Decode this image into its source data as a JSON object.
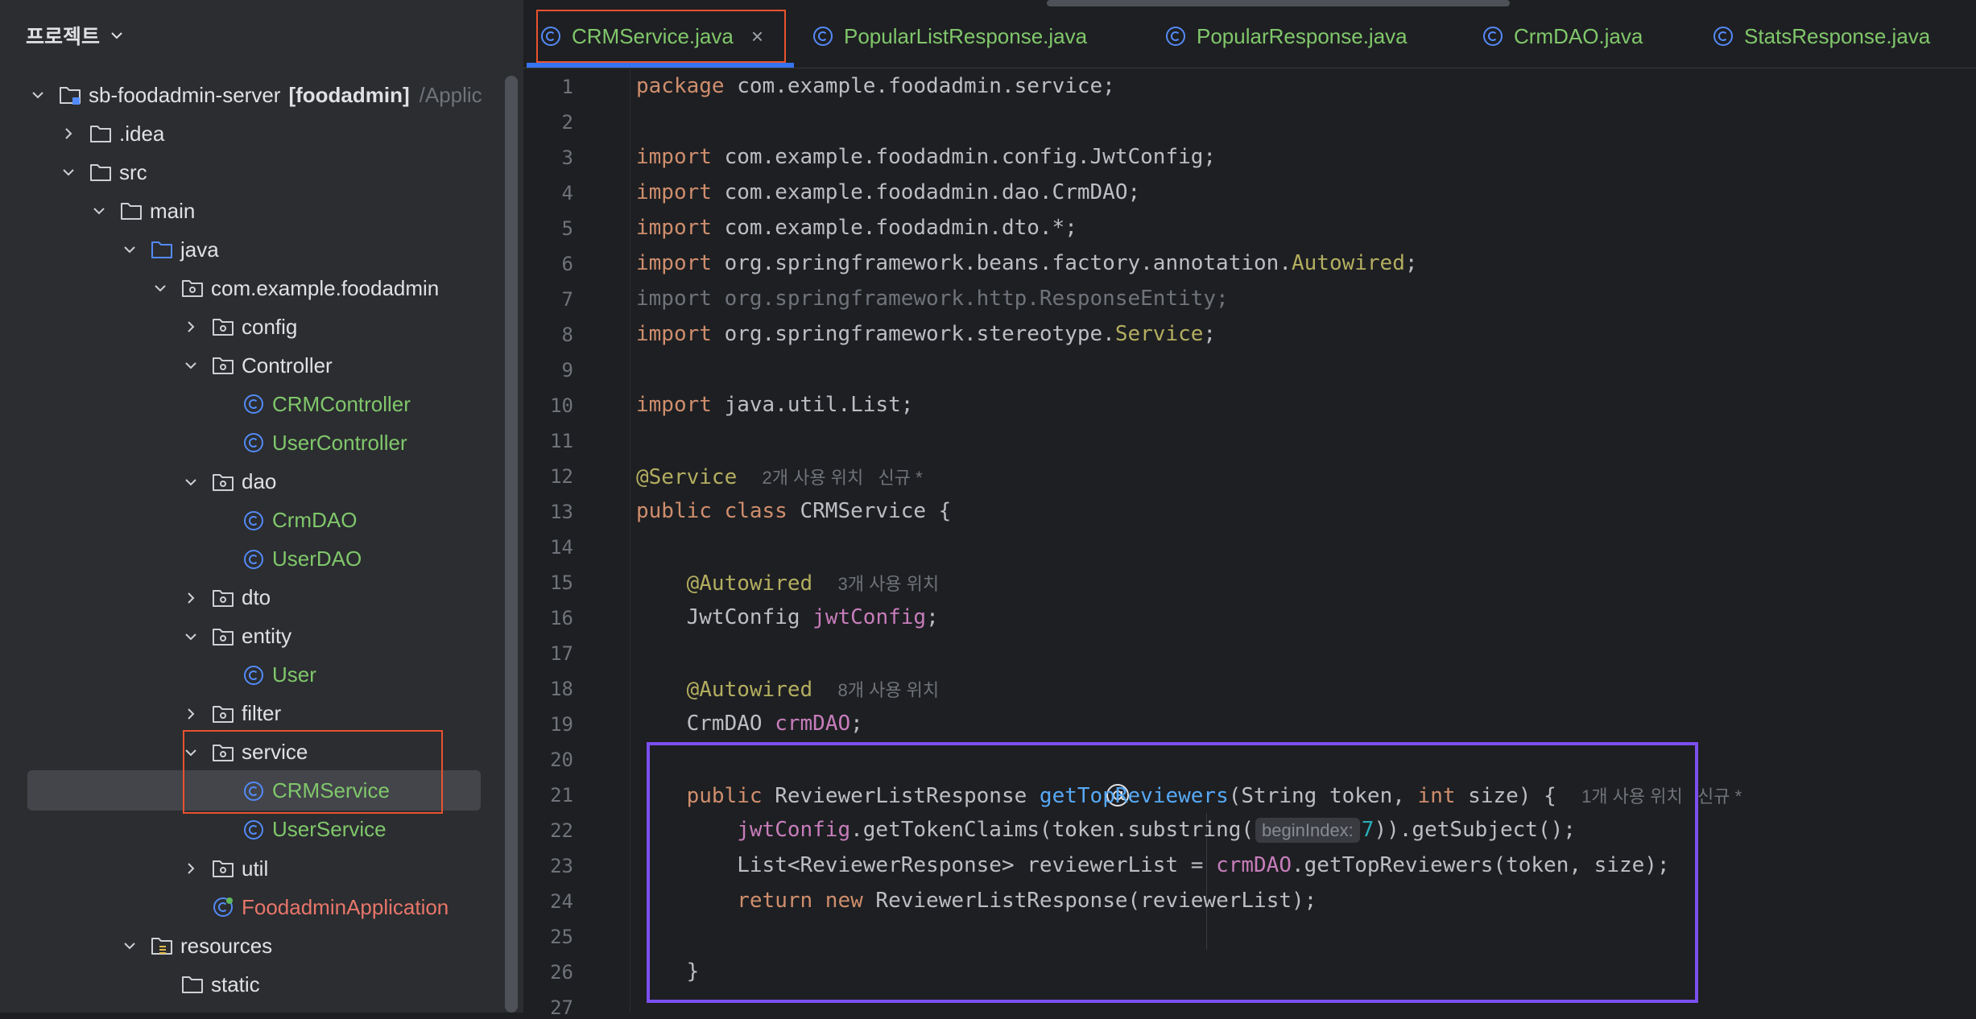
{
  "project_panel": {
    "title": "프로젝트",
    "tree": [
      {
        "label": "sb-foodadmin-server",
        "suffix": "[foodadmin]",
        "extra": "/Applic",
        "type": "module",
        "expanded": true
      },
      {
        "label": ".idea",
        "type": "folder",
        "expanded": false
      },
      {
        "label": "src",
        "type": "folder",
        "expanded": true
      },
      {
        "label": "main",
        "type": "folder",
        "expanded": true
      },
      {
        "label": "java",
        "type": "source-folder",
        "expanded": true
      },
      {
        "label": "com.example.foodadmin",
        "type": "package",
        "expanded": true
      },
      {
        "label": "config",
        "type": "package",
        "expanded": false
      },
      {
        "label": "Controller",
        "type": "package",
        "expanded": true
      },
      {
        "label": "CRMController",
        "type": "class"
      },
      {
        "label": "UserController",
        "type": "class"
      },
      {
        "label": "dao",
        "type": "package",
        "expanded": true
      },
      {
        "label": "CrmDAO",
        "type": "class"
      },
      {
        "label": "UserDAO",
        "type": "class"
      },
      {
        "label": "dto",
        "type": "package",
        "expanded": false
      },
      {
        "label": "entity",
        "type": "package",
        "expanded": true
      },
      {
        "label": "User",
        "type": "class"
      },
      {
        "label": "filter",
        "type": "package",
        "expanded": false
      },
      {
        "label": "service",
        "type": "package",
        "expanded": true
      },
      {
        "label": "CRMService",
        "type": "class",
        "selected": true
      },
      {
        "label": "UserService",
        "type": "class"
      },
      {
        "label": "util",
        "type": "package",
        "expanded": false
      },
      {
        "label": "FoodadminApplication",
        "type": "app-class"
      },
      {
        "label": "resources",
        "type": "resources-folder",
        "expanded": true
      },
      {
        "label": "static",
        "type": "folder"
      }
    ]
  },
  "tabs": [
    {
      "label": "CRMService.java",
      "active": true
    },
    {
      "label": "PopularListResponse.java"
    },
    {
      "label": "PopularResponse.java"
    },
    {
      "label": "CrmDAO.java"
    },
    {
      "label": "StatsResponse.java"
    }
  ],
  "editor": {
    "line_numbers": [
      "1",
      "2",
      "3",
      "4",
      "5",
      "6",
      "7",
      "8",
      "9",
      "10",
      "11",
      "12",
      "13",
      "14",
      "15",
      "16",
      "17",
      "18",
      "19",
      "20",
      "21",
      "22",
      "23",
      "24",
      "25",
      "26",
      "27"
    ],
    "code": {
      "l1_kw": "package",
      "l1_rest": " com.example.foodadmin.service;",
      "l3_kw": "import",
      "l3_rest": " com.example.foodadmin.config.JwtConfig;",
      "l4_kw": "import",
      "l4_rest": " com.example.foodadmin.dao.CrmDAO;",
      "l5_kw": "import",
      "l5_rest": " com.example.foodadmin.dto.*;",
      "l6_kw": "import",
      "l6_rest": " org.springframework.beans.factory.annotation.",
      "l6_ann": "Autowired",
      "l6_end": ";",
      "l7_text": "import org.springframework.http.ResponseEntity;",
      "l8_kw": "import",
      "l8_rest": " org.springframework.stereotype.",
      "l8_ann": "Service",
      "l8_end": ";",
      "l10_kw": "import",
      "l10_rest": " java.util.List;",
      "l12_ann": "@Service",
      "l12_hint": "2개 사용 위치   신규 *",
      "l13_kw": "public class",
      "l13_rest": " CRMService {",
      "l15_ann": "@Autowired",
      "l15_hint": "3개 사용 위치",
      "l16_type": "JwtConfig ",
      "l16_field": "jwtConfig",
      "l16_end": ";",
      "l18_ann": "@Autowired",
      "l18_hint": "8개 사용 위치",
      "l19_type": "CrmDAO ",
      "l19_field": "crmDAO",
      "l19_end": ";",
      "l21_kw": "public",
      "l21_type": " ReviewerListResponse ",
      "l21_fn": "getTopReviewers",
      "l21_args1": "(String token, ",
      "l21_kw2": "int",
      "l21_args2": " size) {",
      "l21_hint": "1개 사용 위치   신규 *",
      "l22_field": "jwtConfig",
      "l22_mid": ".getTokenClaims(token.substring(",
      "l22_param": "beginIndex:",
      "l22_num": "7",
      "l22_end": ")).getSubject();",
      "l23_type": "List<ReviewerResponse> reviewerList = ",
      "l23_field": "crmDAO",
      "l23_end": ".getTopReviewers(token, size);",
      "l24_kw": "return new",
      "l24_rest": " ReviewerListResponse(reviewerList);",
      "l26_text": "}"
    }
  },
  "colors": {
    "accent": "#3574f0",
    "highlight_red": "#e8522f",
    "highlight_purple": "#7b4ff0"
  }
}
